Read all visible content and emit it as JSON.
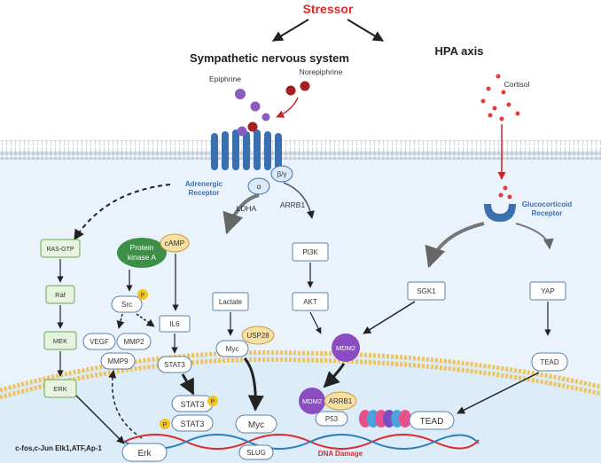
{
  "title": "Stressor",
  "branches": {
    "sympathetic": "Sympathetic nervous system",
    "hpa": "HPA axis"
  },
  "ligands": {
    "epinephrine": "Epiphrine",
    "norepinephrine": "Norepiphrine",
    "cortisol": "Cortisol"
  },
  "receptors": {
    "adrenergic": [
      "Adrenergic",
      "Receptor"
    ],
    "glucocorticoid": [
      "Glucocorticoid",
      "Receptor"
    ],
    "alpha": "α",
    "beta_gamma": "β/γ"
  },
  "nodes": {
    "ldha": "LDHA",
    "arrb1_top": "ARRB1",
    "ras_gtp": "RAS-GTP",
    "raf": "Raf",
    "mek": "MEK",
    "erk": "ERK",
    "pka": [
      "Protein",
      "kinase A"
    ],
    "camp": "cAMP",
    "src": "Src",
    "p1": "P",
    "il6": "IL6",
    "vegf": "VEGF",
    "mmp2": "MMP2",
    "mmp9": "MMP9",
    "stat3": "STAT3",
    "stat3_a": "STAT3",
    "stat3_b": "STAT3",
    "p2": "P",
    "p3": "P",
    "lactate": "Lactate",
    "myc": "Myc",
    "usp28": "USP28",
    "myc_nuc": "Myc",
    "slug": "SLUG",
    "pi3k": "PI3K",
    "akt": "AKT",
    "mdm2": "MDM2",
    "mdm2_nuc": "MDM2",
    "arrb1_nuc": "ARRB1",
    "p53": "P53",
    "sgk1": "SGK1",
    "yap": "YAP",
    "tead": "TEAD",
    "tead_nuc": "TEAD",
    "erk_nuc": "Erk"
  },
  "labels": {
    "transcription_factors": "c-fos,c-Jun Elk1,ATF,Ap-1",
    "dna_damage": "DNA Damage"
  },
  "colors": {
    "accent_red": "#d92b2b",
    "receptor_blue": "#3a6fb0",
    "pka_green": "#3d8f47",
    "mdm2_purple": "#8a4cc0",
    "camp_yellow": "#f6dfa2",
    "membrane_gold": "#f0c35a"
  }
}
